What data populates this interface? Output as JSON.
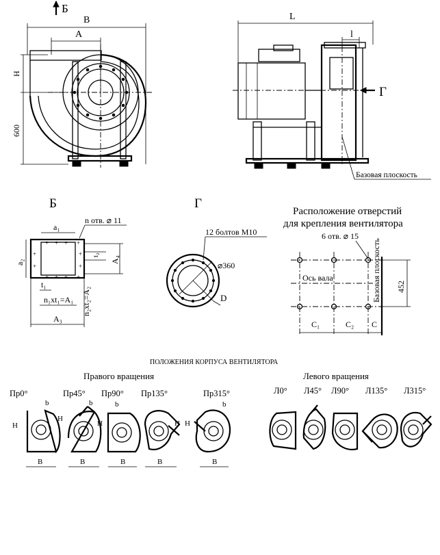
{
  "front_view": {
    "section_mark": "Б",
    "dim_B": "В",
    "dim_A": "А",
    "dim_H": "Н",
    "dim_600": "600"
  },
  "side_view": {
    "dim_L": "L",
    "dim_l": "l",
    "view_mark": "Г",
    "base_plane_label": "Базовая плоскость"
  },
  "view_b": {
    "title": "Б",
    "holes": "n отв. ⌀ 11",
    "a1": "a₁",
    "a2": "a₂",
    "t2": "t₂",
    "A4": "A₄",
    "t1": "t₁",
    "n1": "n₁xt₁=A₁",
    "n2": "n₂xt₂=A₂",
    "A3": "A₃"
  },
  "view_g": {
    "title": "Г",
    "bolts": "12 болтов М10",
    "diameter": "⌀360",
    "dim_D": "D"
  },
  "mounting": {
    "title_line1": "Расположение отверстий",
    "title_line2": "для крепления вентилятора",
    "holes": "6 отв. ⌀ 15",
    "axis_label": "Ось вала",
    "base_plane": "Базовая плоскость",
    "dim_452": "452",
    "c1": "C₁",
    "c2": "C₂",
    "c": "C"
  },
  "positions": {
    "header": "ПОЛОЖЕНИЯ КОРПУСА ВЕНТИЛЯТОРА",
    "right_title": "Правого вращения",
    "left_title": "Левого вращения",
    "right_labels": [
      "Пр0°",
      "Пр45°",
      "Пр90°",
      "Пр135°",
      "Пр315°"
    ],
    "left_labels": [
      "Л0°",
      "Л45°",
      "Л90°",
      "Л135°",
      "Л315°"
    ],
    "dim_b": "b",
    "dim_H": "H",
    "dim_B": "B"
  }
}
